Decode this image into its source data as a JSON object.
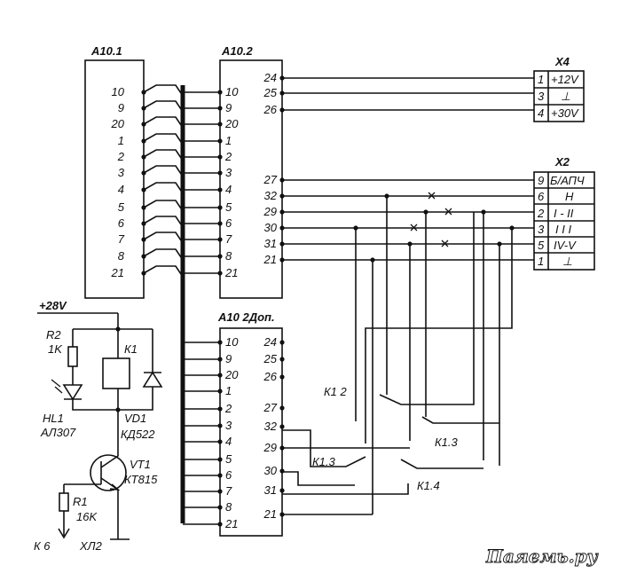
{
  "blocks": {
    "a10_1": {
      "title": "A10.1",
      "pins": [
        "10",
        "9",
        "20",
        "1",
        "2",
        "3",
        "4",
        "5",
        "6",
        "7",
        "8",
        "21"
      ]
    },
    "a10_2": {
      "title": "A10.2",
      "left_pins": [
        "10",
        "9",
        "20",
        "1",
        "2",
        "3",
        "4",
        "5",
        "6",
        "7",
        "8",
        "21"
      ],
      "right_pins": [
        "24",
        "25",
        "26",
        "27",
        "32",
        "29",
        "30",
        "31",
        "21"
      ]
    },
    "a10_2dop": {
      "title": "A10 2Доп.",
      "left_pins": [
        "10",
        "9",
        "20",
        "1",
        "2",
        "3",
        "4",
        "5",
        "6",
        "7",
        "8",
        "21"
      ],
      "right_pins": [
        "24",
        "25",
        "26",
        "27",
        "32",
        "29",
        "30",
        "31",
        "21"
      ]
    }
  },
  "connectors": {
    "x4": {
      "title": "X4",
      "rows": [
        {
          "pin": "1",
          "label": "+12V"
        },
        {
          "pin": "3",
          "label": "⊥"
        },
        {
          "pin": "4",
          "label": "+30V"
        }
      ]
    },
    "x2": {
      "title": "X2",
      "rows": [
        {
          "pin": "9",
          "label": "Б/АПЧ"
        },
        {
          "pin": "6",
          "label": "Н"
        },
        {
          "pin": "2",
          "label": "I - II"
        },
        {
          "pin": "3",
          "label": "I I I"
        },
        {
          "pin": "5",
          "label": "IV-V"
        },
        {
          "pin": "1",
          "label": "⊥"
        }
      ]
    }
  },
  "relay_contacts": {
    "k12": "К1 2",
    "k13a": "К1.3",
    "k13b": "К1.3",
    "k14": "К1.4"
  },
  "circuit": {
    "supply": "+28V",
    "r2": "R2",
    "r2_val": "1K",
    "k1": "К1",
    "hl1": "HL1",
    "hl1_type": "АЛ307",
    "vd1": "VD1",
    "vd1_type": "КД522",
    "vt1": "VT1",
    "vt1_type": "КТ815",
    "r1": "R1",
    "r1_val": "16K",
    "k6": "К 6",
    "xl2": "ХЛ2"
  },
  "watermark": "Паяемь.ру"
}
